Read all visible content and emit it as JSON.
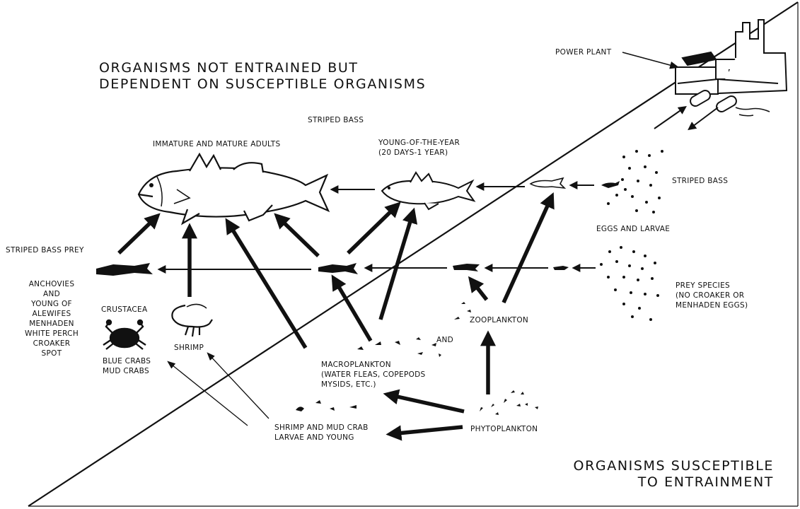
{
  "headings": {
    "not_entrained": "ORGANISMS NOT ENTRAINED BUT\nDEPENDENT ON SUSCEPTIBLE ORGANISMS",
    "susceptible": "ORGANISMS SUSCEPTIBLE\nTO ENTRAINMENT"
  },
  "labels": {
    "power_plant": "POWER PLANT",
    "striped_bass_title": "STRIPED BASS",
    "adults": "IMMATURE AND MATURE ADULTS",
    "young_of_year": "YOUNG-OF-THE-YEAR\n(20 DAYS-1 YEAR)",
    "striped_bass_eggs": "STRIPED BASS",
    "eggs_and_larvae": "EGGS AND LARVAE",
    "striped_bass_prey": "STRIPED BASS PREY",
    "prey_fish_list": "ANCHOVIES\nAND\nYOUNG OF\nALEWIFES\nMENHADEN\nWHITE PERCH\nCROAKER\nSPOT",
    "crustacea": "CRUSTACEA",
    "crabs": "BLUE CRABS\nMUD CRABS",
    "shrimp": "SHRIMP",
    "prey_species": "PREY SPECIES\n(NO CROAKER OR\nMENHADEN EGGS)",
    "zooplankton": "ZOOPLANKTON",
    "and": "AND",
    "macroplankton": "MACROPLANKTON\n(WATER FLEAS, COPEPODS\nMYSIDS, ETC.)",
    "shrimp_crab_larvae": "SHRIMP AND MUD CRAB\nLARVAE AND YOUNG",
    "phytoplankton": "PHYTOPLANKTON"
  }
}
